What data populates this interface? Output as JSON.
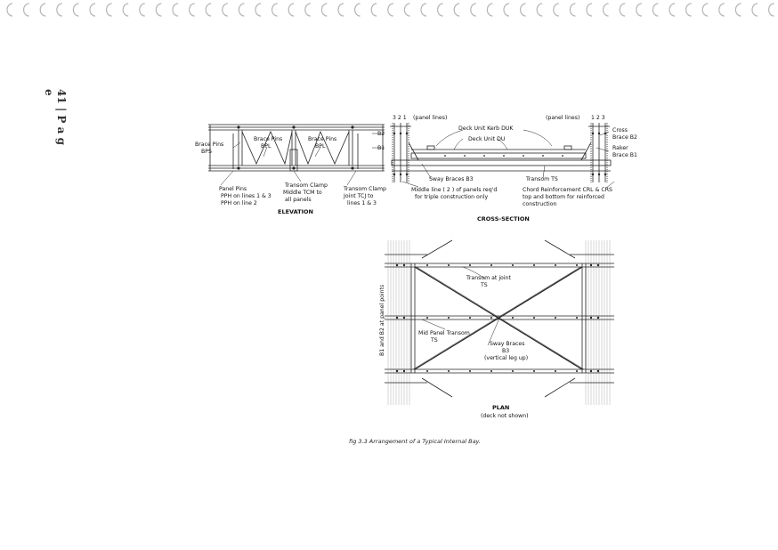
{
  "page": {
    "number": "41 | P a g e"
  },
  "elevation": {
    "title": "ELEVATION",
    "labels": {
      "brace_pins_bps": [
        "Brace Pins",
        "BPS"
      ],
      "brace_pins_bpl_1": [
        "Brace Pins",
        "BPL"
      ],
      "brace_pins_bpl_2": [
        "Brace Pins",
        "BPL"
      ],
      "b2": "B2",
      "b1": "B1",
      "panel_pins": [
        "Panel Pins",
        "PPH on lines 1 & 3",
        "PPH on line 2"
      ],
      "transom_clamp_middle": [
        "Transom Clamp",
        "Middle TCM to",
        "all panels"
      ],
      "transom_clamp_joint": [
        "Transom Clamp",
        "Joint TCJ to",
        "lines 1 & 3"
      ]
    }
  },
  "cross_section": {
    "title": "CROSS-SECTION",
    "labels": {
      "panel_lines_left_nums": "3 2 1",
      "panel_lines_left": "(panel lines)",
      "panel_lines_right": "(panel lines)",
      "panel_lines_right_nums": "1 2 3",
      "deck_unit_kerb": "Deck Unit Kerb DUK",
      "deck_unit": "Deck Unit DU",
      "cross_brace": [
        "Cross",
        "Brace B2"
      ],
      "raker_brace": [
        "Raker",
        "Brace B1"
      ],
      "sway_braces": "Sway Braces B3",
      "transom": "Transom TS",
      "middle_line": [
        "Middle line ( 2 ) of panels req'd",
        "for triple construction only"
      ],
      "chord_reinforcement": [
        "Chord Reinforcement CRL & CRS",
        "top and bottom for reinforced",
        "construction"
      ]
    }
  },
  "plan": {
    "title": "PLAN",
    "subtitle": "(deck not shown)",
    "labels": {
      "side_label": "B1 and B2 at panel points",
      "transom_joint": [
        "Transom at joint",
        "TS"
      ],
      "mid_panel_transom": [
        "Mid Panel Transom",
        "TS"
      ],
      "sway_braces": [
        "Sway Braces",
        "B3",
        "(vertical leg up)"
      ]
    }
  },
  "caption": "fig  3.3  Arrangement  of  a  Typical  Internal  Bay."
}
